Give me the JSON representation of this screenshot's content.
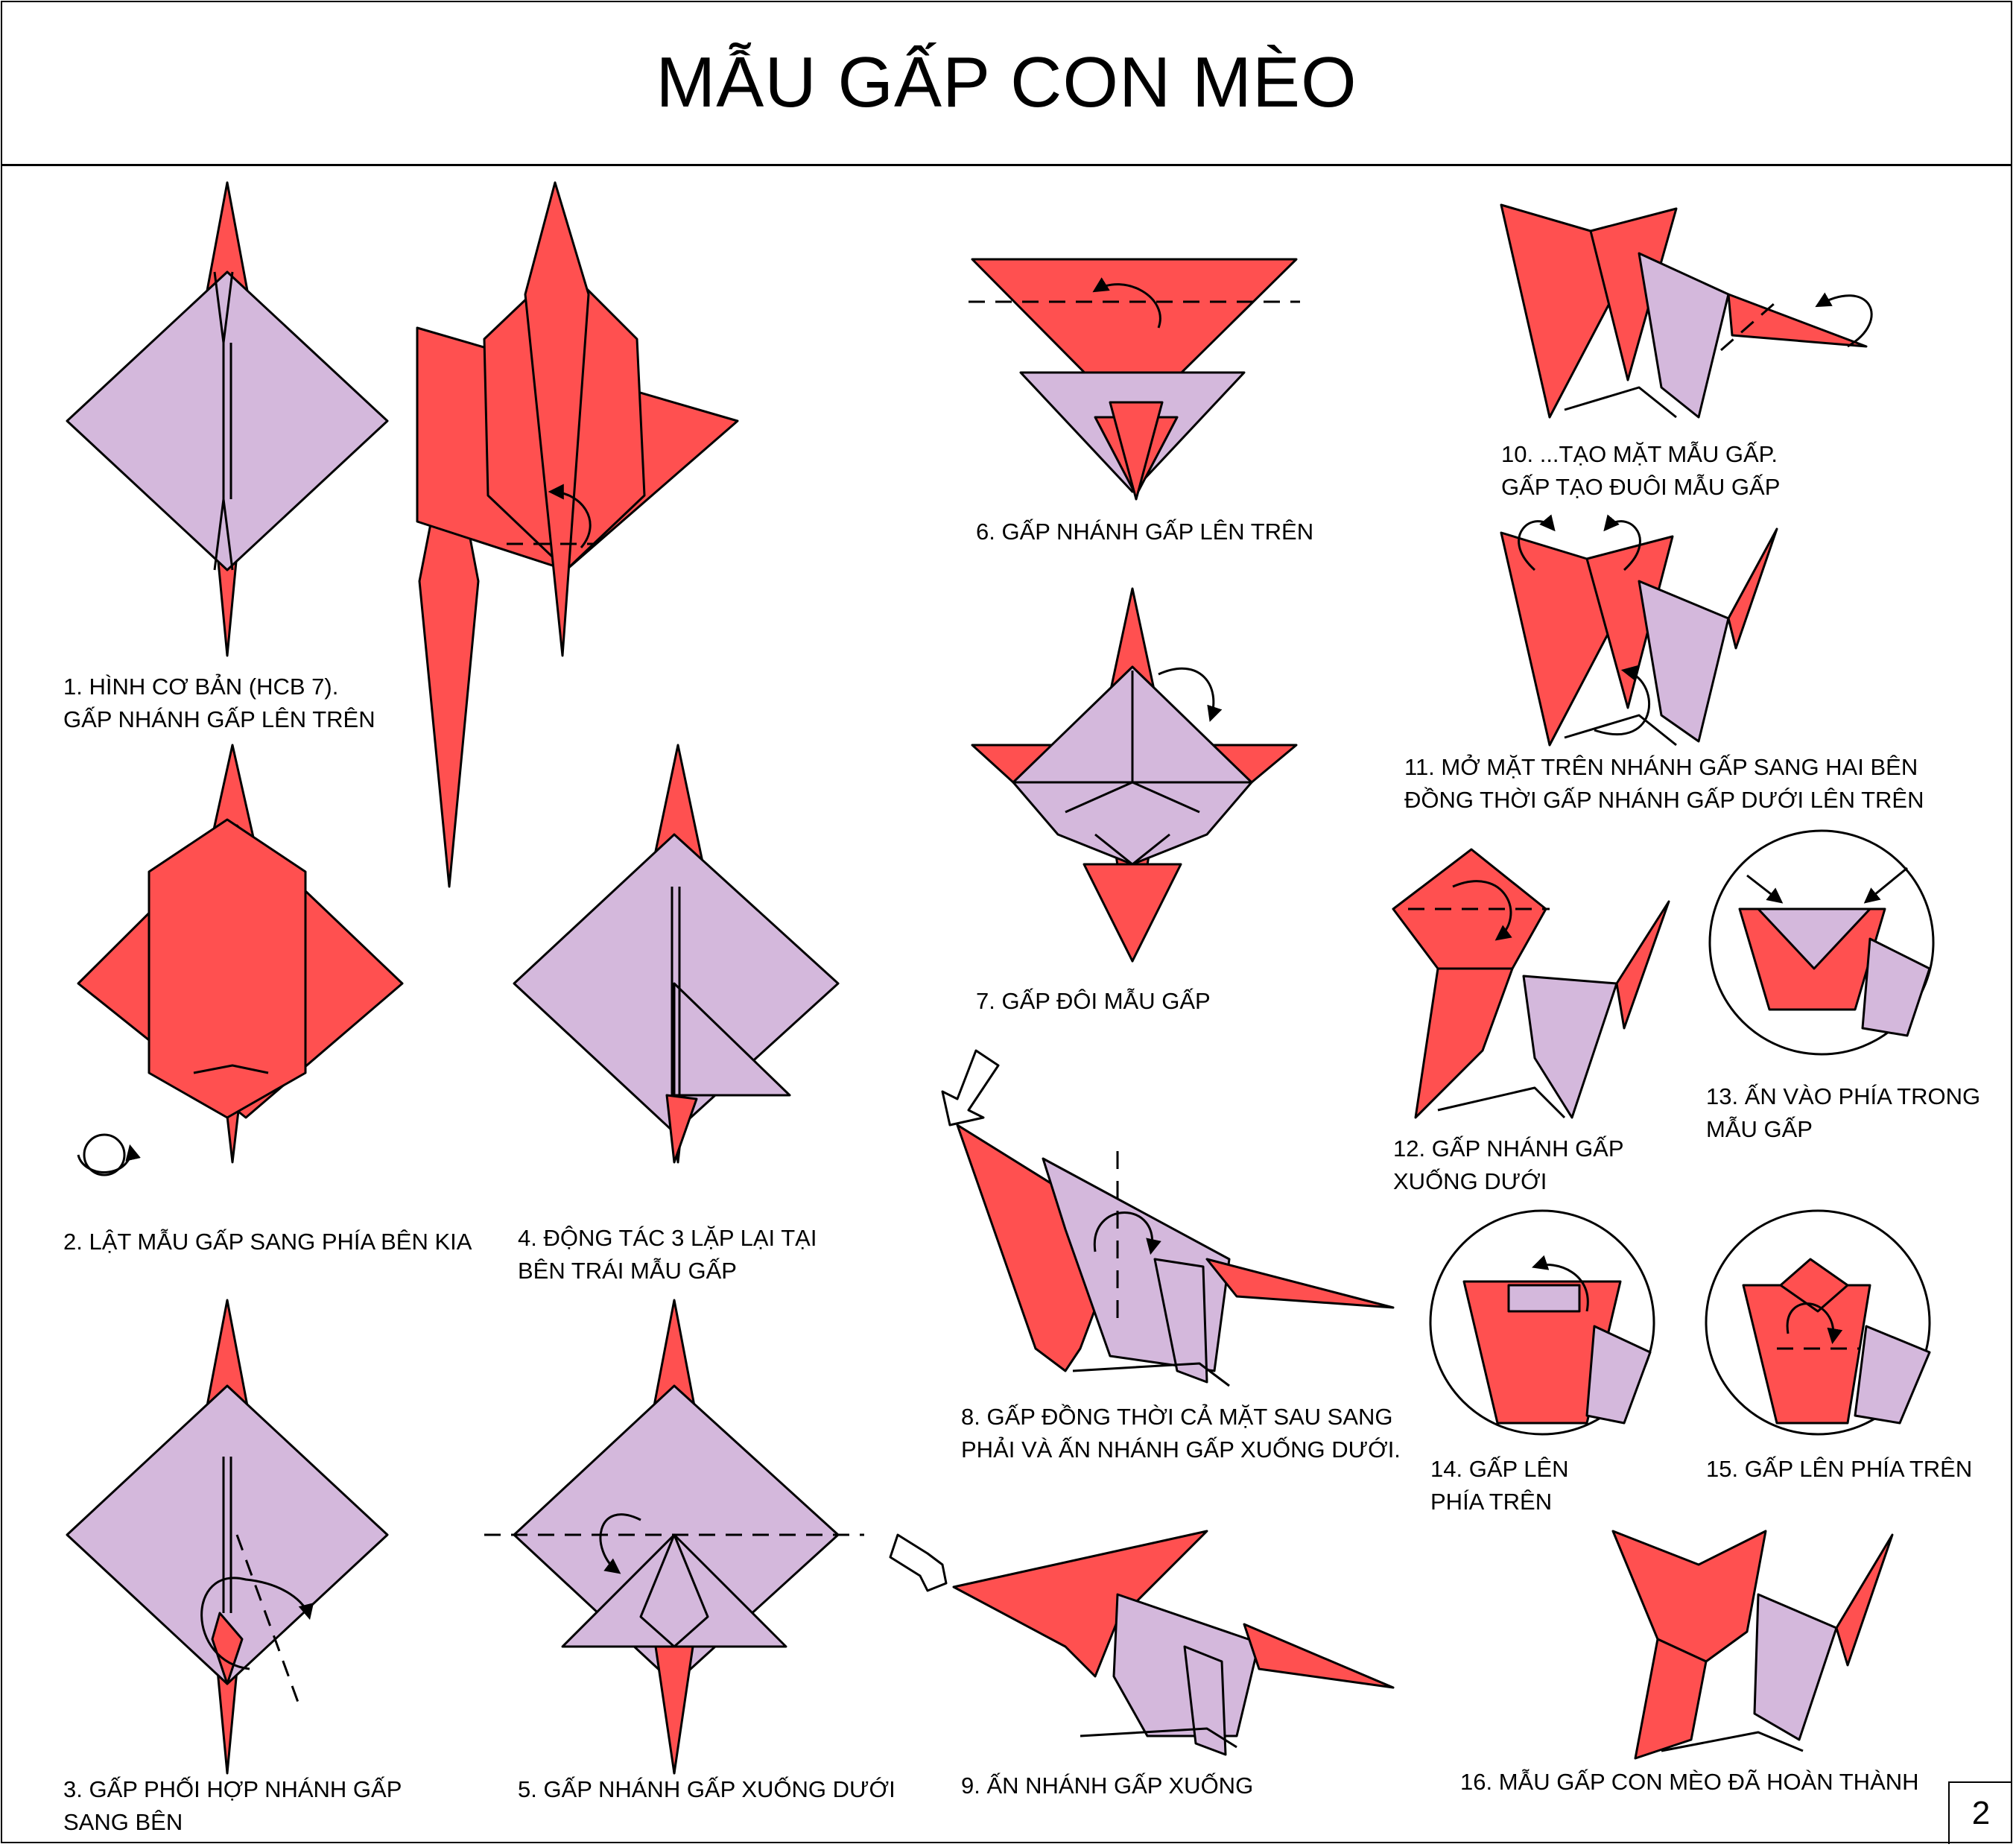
{
  "title": "MẪU GẤP CON MÈO",
  "page_number": "2",
  "colors": {
    "red": "#ff5050",
    "lilac": "#d4b8dc",
    "outline": "#000000"
  },
  "steps": [
    {
      "n": 1,
      "lines": [
        "1. HÌNH CƠ BẢN (HCB 7).",
        "GẤP NHÁNH GẤP LÊN TRÊN"
      ]
    },
    {
      "n": 2,
      "lines": [
        "2. LẬT MẪU GẤP SANG PHÍA BÊN KIA"
      ]
    },
    {
      "n": 3,
      "lines": [
        "3. GẤP PHỐI HỢP NHÁNH GẤP",
        "SANG BÊN"
      ]
    },
    {
      "n": 4,
      "lines": [
        "4. ĐỘNG TÁC 3 LẶP LẠI TẠI",
        "BÊN TRÁI MẪU GẤP"
      ]
    },
    {
      "n": 5,
      "lines": [
        "5. GẤP NHÁNH GẤP XUỐNG DƯỚI"
      ]
    },
    {
      "n": 6,
      "lines": [
        "6. GẤP NHÁNH GẤP LÊN TRÊN"
      ]
    },
    {
      "n": 7,
      "lines": [
        "7. GẤP ĐÔI MẪU GẤP"
      ]
    },
    {
      "n": 8,
      "lines": [
        "8. GẤP ĐỒNG THỜI CẢ MẶT SAU SANG",
        "PHẢI VÀ ẤN NHÁNH GẤP XUỐNG DƯỚI."
      ]
    },
    {
      "n": 9,
      "lines": [
        "9. ẤN NHÁNH GẤP XUỐNG"
      ]
    },
    {
      "n": 10,
      "lines": [
        "10. ...TẠO MẶT MẪU GẤP.",
        "GẤP TẠO ĐUÔI MẪU GẤP"
      ]
    },
    {
      "n": 11,
      "lines": [
        "11. MỞ MẶT TRÊN NHÁNH GẤP SANG HAI BÊN",
        "ĐỒNG THỜI GẤP NHÁNH GẤP DƯỚI LÊN TRÊN"
      ]
    },
    {
      "n": 12,
      "lines": [
        "12. GẤP NHÁNH GẤP",
        "XUỐNG DƯỚI"
      ]
    },
    {
      "n": 13,
      "lines": [
        "13. ẤN VÀO PHÍA TRONG",
        "MẪU GẤP"
      ]
    },
    {
      "n": 14,
      "lines": [
        "14. GẤP LÊN",
        "PHÍA TRÊN"
      ]
    },
    {
      "n": 15,
      "lines": [
        "15. GẤP LÊN PHÍA TRÊN"
      ]
    },
    {
      "n": 16,
      "lines": [
        "16. MẪU GẤP CON MÈO ĐÃ HOÀN THÀNH"
      ]
    }
  ]
}
